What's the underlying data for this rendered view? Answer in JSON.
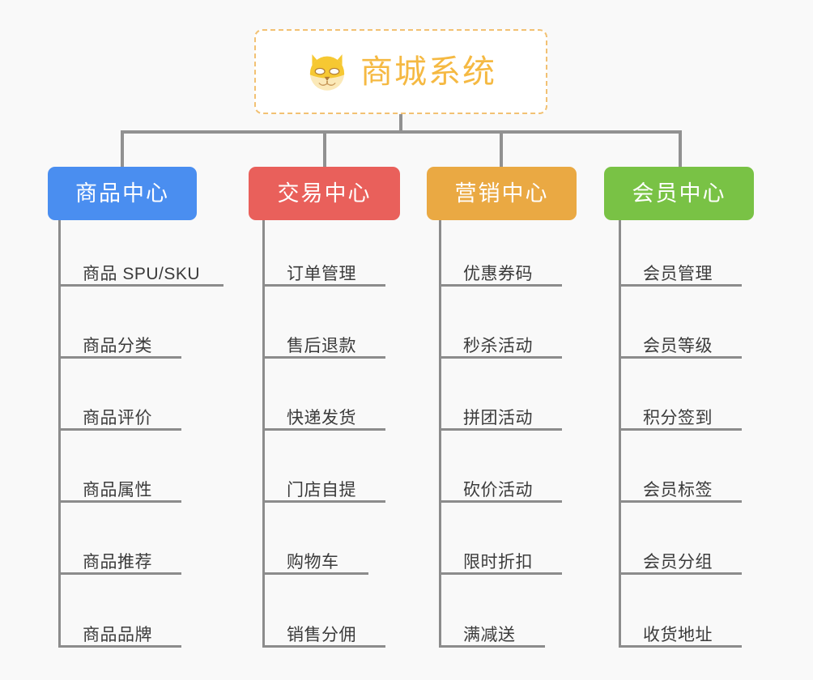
{
  "diagram": {
    "background_color": "#f9f9f9",
    "connector_color": "#919191",
    "root": {
      "title": "商城系统",
      "icon": "dog-face-icon",
      "text_color": "#f5b942",
      "border_color": "#f2c173",
      "background_color": "#ffffff"
    },
    "columns": [
      {
        "id": "product-center",
        "label": "商品中心",
        "color": "#4a8ef0",
        "items": [
          "商品 SPU/SKU",
          "商品分类",
          "商品评价",
          "商品属性",
          "商品推荐",
          "商品品牌"
        ]
      },
      {
        "id": "trade-center",
        "label": "交易中心",
        "color": "#e9605b",
        "items": [
          "订单管理",
          "售后退款",
          "快递发货",
          "门店自提",
          "购物车",
          "销售分佣"
        ]
      },
      {
        "id": "marketing-center",
        "label": "营销中心",
        "color": "#eaa943",
        "items": [
          "优惠券码",
          "秒杀活动",
          "拼团活动",
          "砍价活动",
          "限时折扣",
          "满减送"
        ]
      },
      {
        "id": "member-center",
        "label": "会员中心",
        "color": "#79c245",
        "items": [
          "会员管理",
          "会员等级",
          "积分签到",
          "会员标签",
          "会员分组",
          "收货地址"
        ]
      }
    ]
  }
}
